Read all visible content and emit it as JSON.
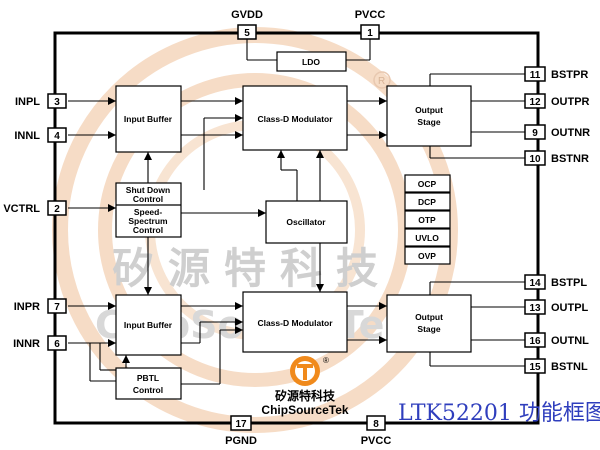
{
  "diagram": {
    "pins": {
      "gvdd": {
        "name": "GVDD",
        "num": "5"
      },
      "pvcc_top": {
        "name": "PVCC",
        "num": "1"
      },
      "inpl": {
        "name": "INPL",
        "num": "3"
      },
      "innl": {
        "name": "INNL",
        "num": "4"
      },
      "vctrl": {
        "name": "VCTRL",
        "num": "2"
      },
      "inpr": {
        "name": "INPR",
        "num": "7"
      },
      "innr": {
        "name": "INNR",
        "num": "6"
      },
      "bstpr": {
        "name": "BSTPR",
        "num": "11"
      },
      "outpr": {
        "name": "OUTPR",
        "num": "12"
      },
      "outnr": {
        "name": "OUTNR",
        "num": "9"
      },
      "bstnr": {
        "name": "BSTNR",
        "num": "10"
      },
      "bstpl": {
        "name": "BSTPL",
        "num": "14"
      },
      "outpl": {
        "name": "OUTPL",
        "num": "13"
      },
      "outnl": {
        "name": "OUTNL",
        "num": "16"
      },
      "bstnl": {
        "name": "BSTNL",
        "num": "15"
      },
      "pgnd": {
        "name": "PGND",
        "num": "17"
      },
      "pvcc_bottom": {
        "name": "PVCC",
        "num": "8"
      }
    },
    "blocks": {
      "ldo": "LDO",
      "input_buffer_top": "Input Buffer",
      "input_buffer_bottom": "Input Buffer",
      "modulator_top": "Class-D Modulator",
      "modulator_bottom": "Class-D Modulator",
      "output_stage_top": [
        "Output",
        "Stage"
      ],
      "output_stage_bottom": [
        "Output",
        "Stage"
      ],
      "shutdown": [
        "Shut Down",
        "Control"
      ],
      "spread": [
        "Speed-",
        "Spectrum",
        "Control"
      ],
      "oscillator": "Oscillator",
      "pbtl": [
        "PBTL",
        "Control"
      ]
    },
    "protection": [
      "OCP",
      "DCP",
      "OTP",
      "UVLO",
      "OVP"
    ],
    "watermark": {
      "chinese": "矽源特科技",
      "english": "ChipSourceTek"
    },
    "logo": {
      "chinese": "矽源特科技",
      "english": "ChipSourceTek",
      "registered": "®"
    },
    "caption": "LTK52201 功能框图",
    "colors": {
      "ring": "#f6d9c2",
      "logo_orange": "#f08a1c",
      "caption": "#2f3ebd"
    }
  }
}
